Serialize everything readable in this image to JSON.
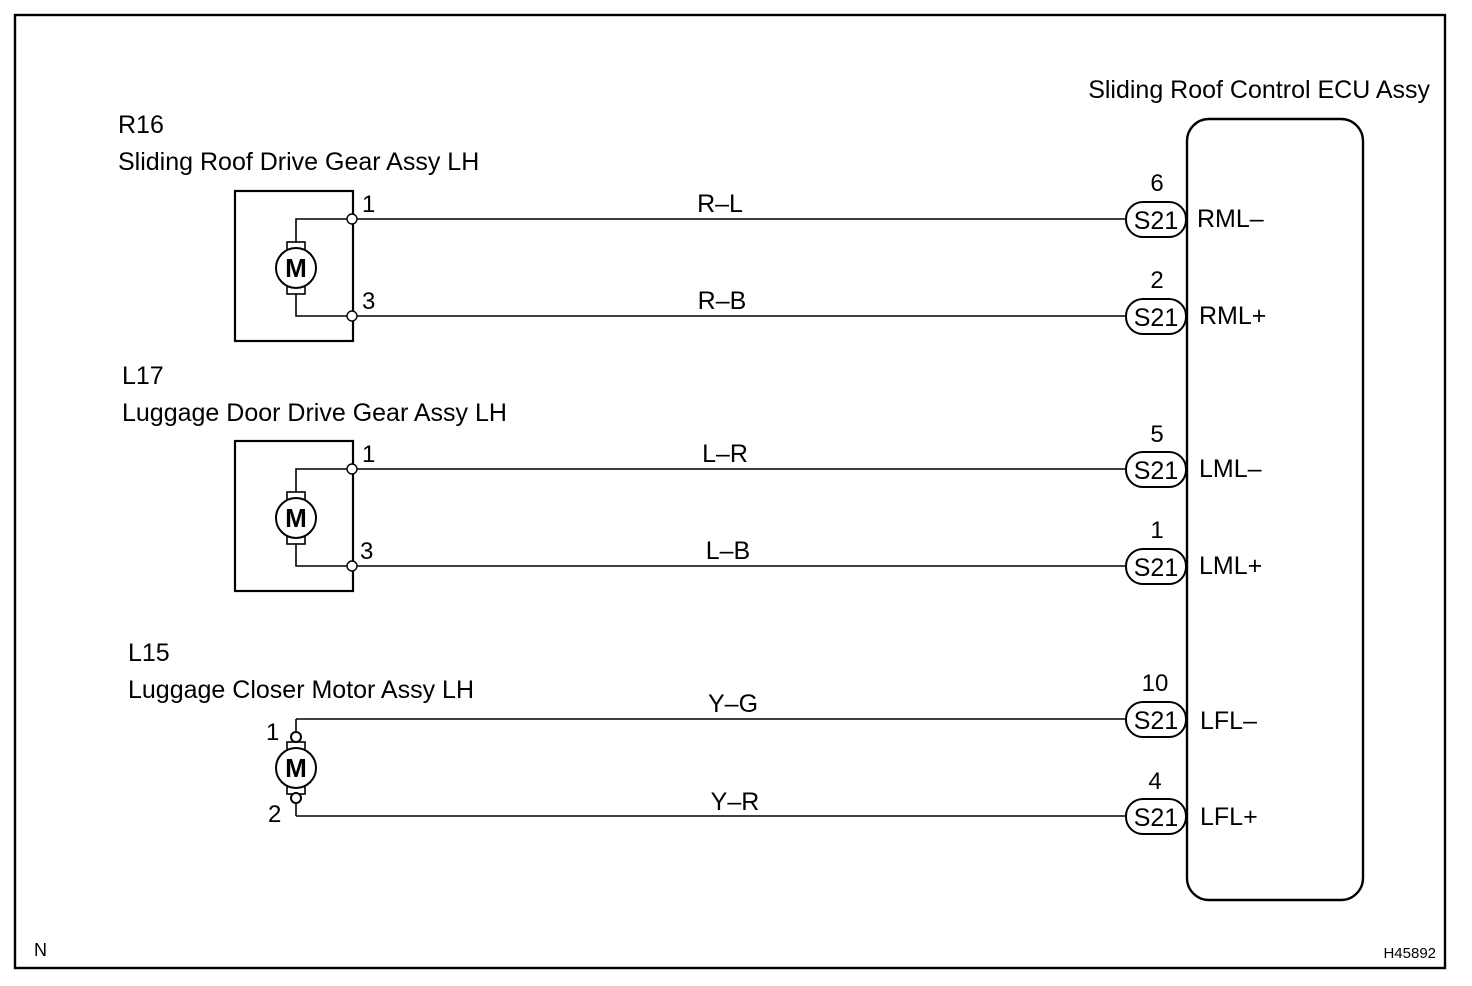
{
  "ecu": {
    "title": "Sliding Roof Control ECU Assy"
  },
  "components": [
    {
      "code": "R16",
      "name": "Sliding Roof Drive Gear Assy LH",
      "motor_label": "M",
      "pin_top": "1",
      "pin_bottom": "3"
    },
    {
      "code": "L17",
      "name": "Luggage Door Drive Gear Assy LH",
      "motor_label": "M",
      "pin_top": "1",
      "pin_bottom": "3"
    },
    {
      "code": "L15",
      "name": "Luggage Closer Motor Assy LH",
      "motor_label": "M",
      "pin_top": "1",
      "pin_bottom": "2"
    }
  ],
  "wires": [
    {
      "color_code": "R–L",
      "connector": "S21",
      "ecu_pin": "6",
      "terminal": "RML–"
    },
    {
      "color_code": "R–B",
      "connector": "S21",
      "ecu_pin": "2",
      "terminal": "RML+"
    },
    {
      "color_code": "L–R",
      "connector": "S21",
      "ecu_pin": "5",
      "terminal": "LML–"
    },
    {
      "color_code": "L–B",
      "connector": "S21",
      "ecu_pin": "1",
      "terminal": "LML+"
    },
    {
      "color_code": "Y–G",
      "connector": "S21",
      "ecu_pin": "10",
      "terminal": "LFL–"
    },
    {
      "color_code": "Y–R",
      "connector": "S21",
      "ecu_pin": "4",
      "terminal": "LFL+"
    }
  ],
  "footer": {
    "left_mark": "N",
    "figure_id": "H45892"
  }
}
